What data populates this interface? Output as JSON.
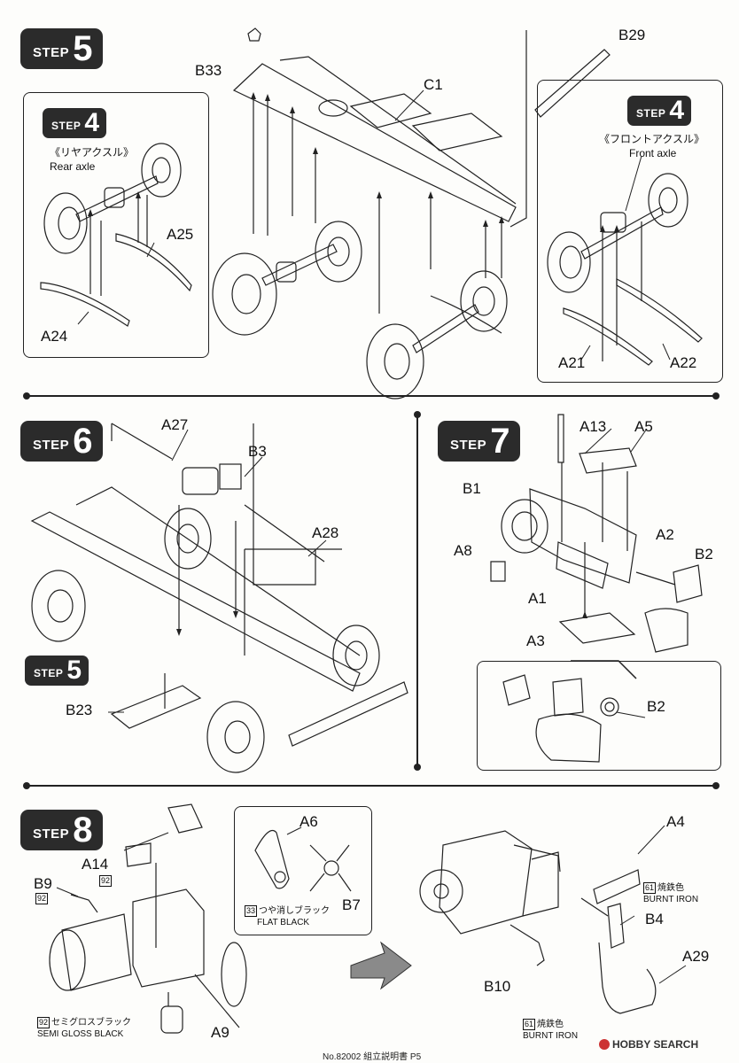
{
  "step_word": "STEP",
  "step5": {
    "number": "5",
    "labels": {
      "b33": "B33",
      "c1": "C1",
      "b29": "B29",
      "a25": "A25",
      "a24": "A24",
      "a21": "A21",
      "a22": "A22"
    },
    "rear_box": {
      "step_number": "4",
      "title_jp": "《リヤアクスル》",
      "title_en": "Rear axle"
    },
    "front_box": {
      "step_number": "4",
      "title_jp": "《フロントアクスル》",
      "title_en": "Front axle"
    }
  },
  "step6": {
    "number": "6",
    "labels": {
      "a27": "A27",
      "b3": "B3",
      "a28": "A28",
      "b23": "B23"
    },
    "ref_step_number": "5"
  },
  "step7": {
    "number": "7",
    "labels": {
      "a13": "A13",
      "a5": "A5",
      "b1": "B1",
      "a8": "A8",
      "a2": "A2",
      "b2": "B2",
      "a1": "A1",
      "a3": "A3",
      "b2_detail": "B2"
    }
  },
  "step8": {
    "number": "8",
    "labels": {
      "a14": "A14",
      "b9": "B9",
      "a9": "A9",
      "a6": "A6",
      "b7": "B7",
      "a4": "A4",
      "b4": "B4",
      "a29": "A29",
      "b10": "B10"
    },
    "color_codes": {
      "a14": "92",
      "b9": "92"
    },
    "paint_semi_gloss": {
      "code": "92",
      "jp": "セミグロスブラック",
      "en": "SEMI GLOSS BLACK"
    },
    "paint_flat_black": {
      "code": "33",
      "jp": "つや消しブラック",
      "en": "FLAT BLACK"
    },
    "paint_burnt_iron_a4": {
      "code": "61",
      "jp": "焼鉄色",
      "en": "BURNT IRON"
    },
    "paint_burnt_iron_a29": {
      "code": "61",
      "jp": "焼鉄色",
      "en": "BURNT IRON"
    }
  },
  "footer": {
    "text": "No.82002 組立説明書 P5"
  },
  "watermark": {
    "text": "HOBBY SEARCH"
  }
}
